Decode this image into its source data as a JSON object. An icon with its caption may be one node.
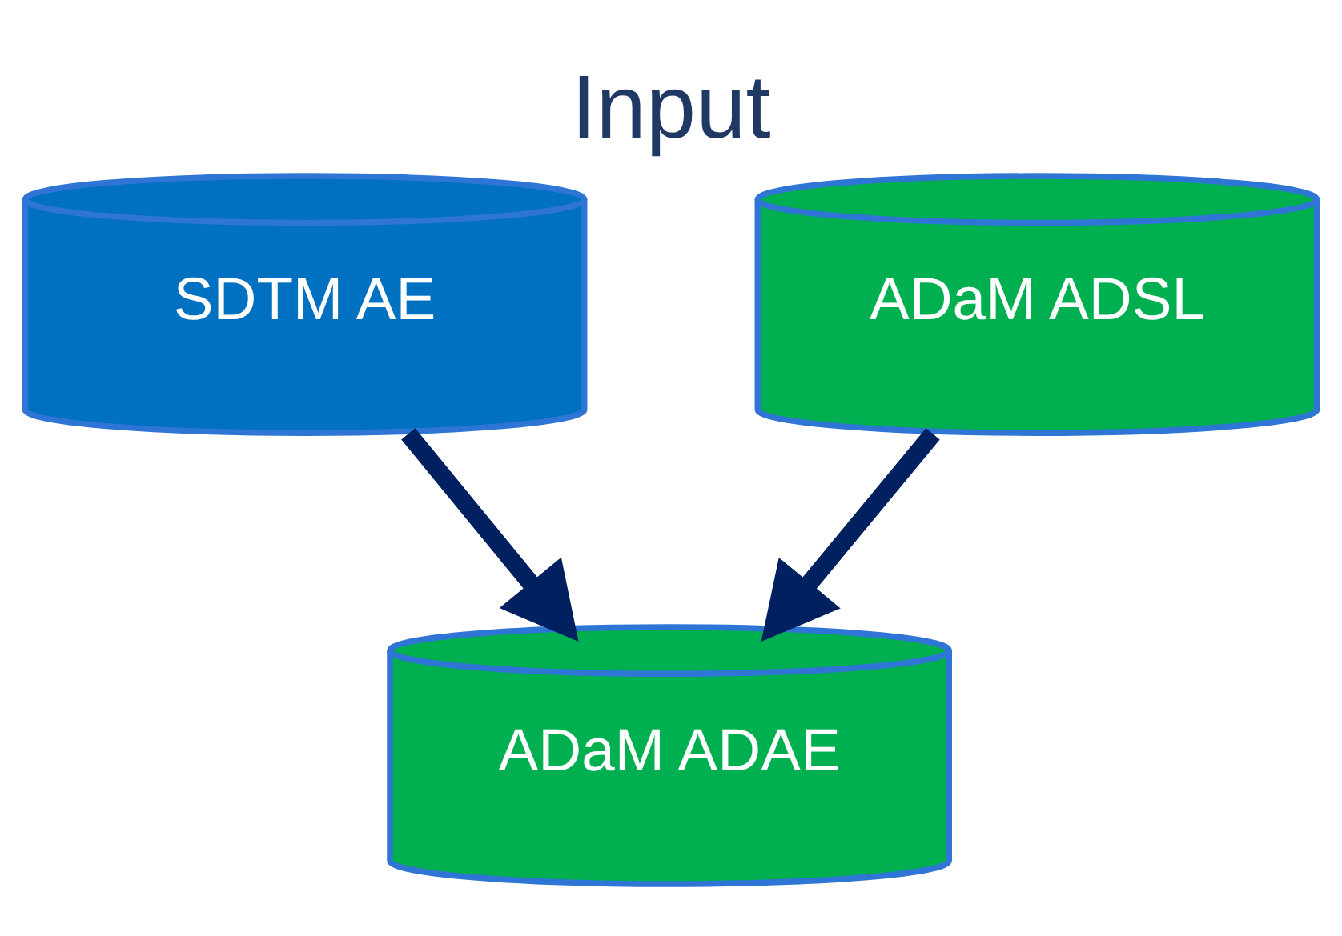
{
  "diagram": {
    "title": "Input",
    "nodes": [
      {
        "text": [
          "SDTM AE"
        ]
      },
      {
        "text": [
          "ADaM ADSL"
        ]
      },
      {
        "text": [
          "ADaM ADAE"
        ]
      }
    ],
    "edges": [
      {
        "from": 0,
        "to": 2,
        "arrow": "to"
      },
      {
        "from": 1,
        "to": 2,
        "arrow": "to"
      }
    ]
  }
}
